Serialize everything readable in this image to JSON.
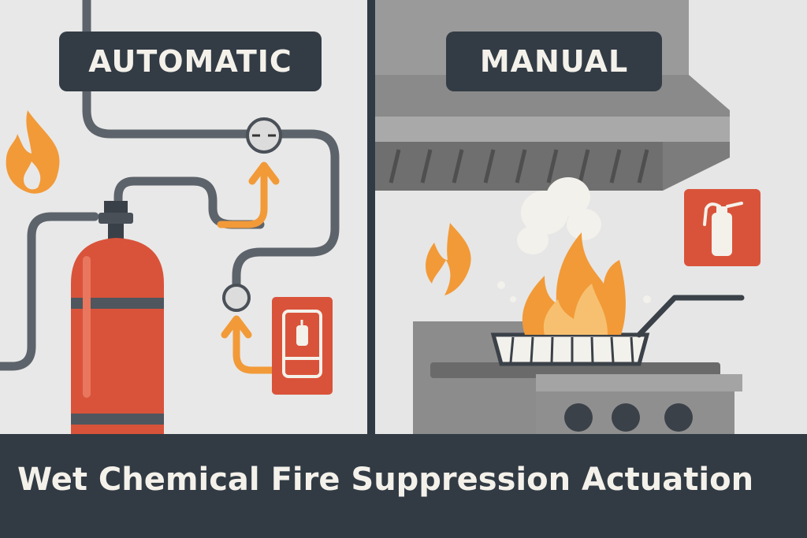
{
  "labels": {
    "automatic": "AUTOMATIC",
    "manual": "MANUAL"
  },
  "footer": {
    "title": "Wet Chemical Fire Suppression Actuation"
  },
  "colors": {
    "dark": "#323b44",
    "cylinder_red": "#d9533a",
    "flame_orange": "#f29a38",
    "pipe_gray": "#5d636a",
    "hood_gray": "#9a9a9a",
    "text_light": "#f4f1ea"
  },
  "icons": [
    "flame-icon",
    "fire-extinguisher-icon",
    "arrow-up-icon",
    "pressure-gauge-icon"
  ]
}
